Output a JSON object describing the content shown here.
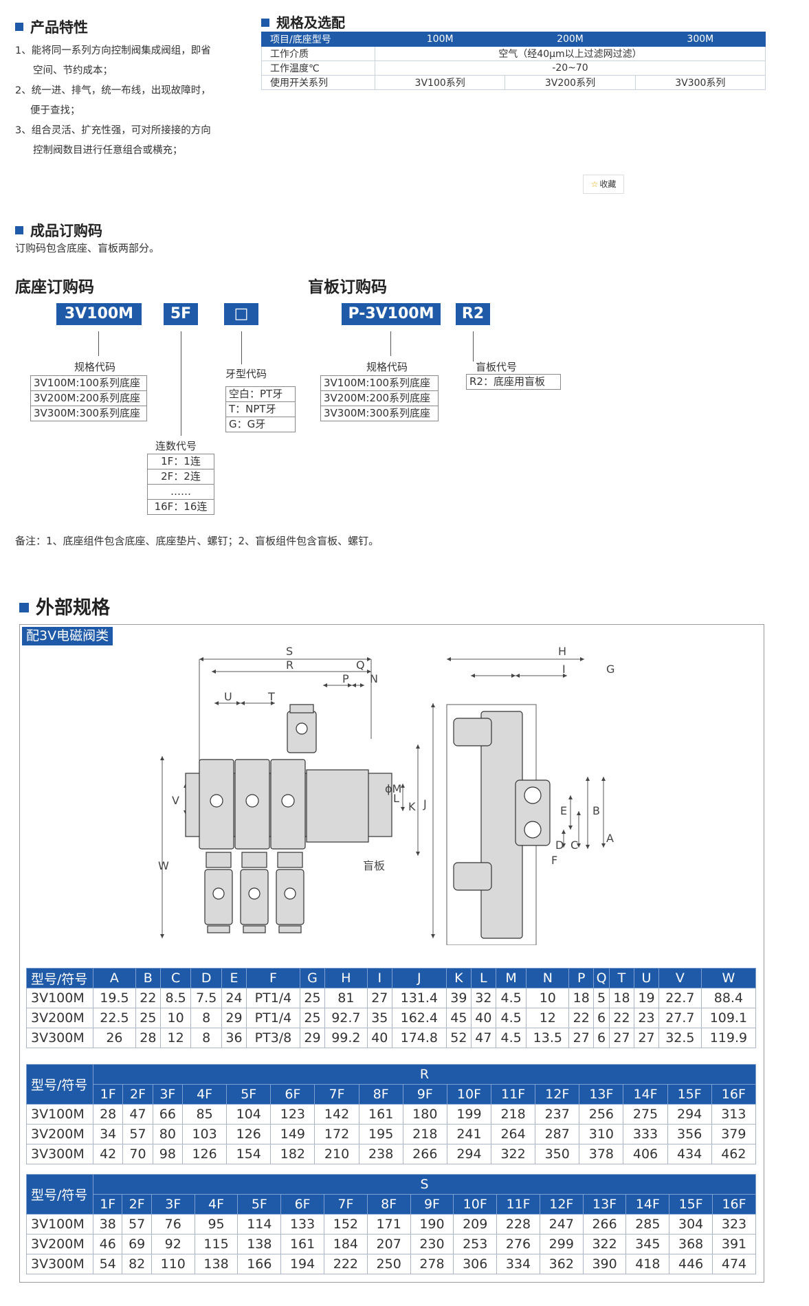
{
  "features": {
    "title": "产品特性",
    "items": [
      "1、能将同一系列方向控制阀集成阀组，即省",
      "空间、节约成本；",
      "2、统一进、排气，统一布线，出现故障时，",
      "便于查找；",
      "3、组合灵活、扩充性强，可对所接接的方向",
      "控制阀数目进行任意组合或横充；"
    ]
  },
  "spec": {
    "title": "规格及选配",
    "header": [
      "项目/底座型号",
      "100M",
      "200M",
      "300M"
    ],
    "rows": [
      {
        "label": "工作介质",
        "value": "空气（经40μm以上过滤网过滤）"
      },
      {
        "label": "工作温度℃",
        "value": "-20~70"
      }
    ],
    "switch_row": {
      "label": "使用开关系列",
      "values": [
        "3V100系列",
        "3V200系列",
        "3V300系列"
      ]
    }
  },
  "favorite": {
    "icon": "star-icon",
    "label": "收藏"
  },
  "order": {
    "title": "成品订购码",
    "desc": "订购码包含底座、盲板两部分。",
    "base_title": "底座订购码",
    "blind_title": "盲板订购码",
    "base_codes": [
      "3V100M",
      "5F",
      "□"
    ],
    "blind_codes": [
      "P-3V100M",
      "R2"
    ],
    "spec_code_label": "规格代码",
    "spec_options": [
      "3V100M:100系列底座",
      "3V200M:200系列底座",
      "3V300M:300系列底座"
    ],
    "thread_label": "牙型代码",
    "thread_options": [
      "空白：PT牙",
      "T：NPT牙",
      "G：G牙"
    ],
    "count_label": "连数代号",
    "count_options": [
      "1F：1连",
      "2F：2连",
      "……",
      "16F：16连"
    ],
    "blind_spec_label": "规格代码",
    "blind_spec_options": [
      "3V100M:100系列底座",
      "3V200M:200系列底座",
      "3V300M:300系列底座"
    ],
    "blind_code_label": "盲板代号",
    "blind_code_options": [
      "R2：底座用盲板"
    ],
    "note": "备注：1、底座组件包含底座、底座垫片、螺钉；2、盲板组件包含盲板、螺钉。"
  },
  "external": {
    "title": "外部规格",
    "tag": "配3V电磁阀类",
    "drawing_labels": {
      "S": "S",
      "R": "R",
      "P": "P",
      "Q": "Q",
      "N": "N",
      "U": "U",
      "T": "T",
      "M": "ϕM",
      "V": "V",
      "L": "L",
      "K": "K",
      "J": "J",
      "W": "W",
      "blind": "盲板",
      "H": "H",
      "I": "I",
      "G": "G",
      "E": "E",
      "B": "B",
      "D": "D",
      "C": "C",
      "A": "A",
      "F": "F"
    },
    "table1": {
      "header": [
        "型号/符号",
        "A",
        "B",
        "C",
        "D",
        "E",
        "F",
        "G",
        "H",
        "I",
        "J",
        "K",
        "L",
        "M",
        "N",
        "P",
        "Q",
        "T",
        "U",
        "V",
        "W"
      ],
      "rows": [
        [
          "3V100M",
          "19.5",
          "22",
          "8.5",
          "7.5",
          "24",
          "PT1/4",
          "25",
          "81",
          "27",
          "131.4",
          "39",
          "32",
          "4.5",
          "10",
          "18",
          "5",
          "18",
          "19",
          "22.7",
          "88.4"
        ],
        [
          "3V200M",
          "22.5",
          "25",
          "10",
          "8",
          "29",
          "PT1/4",
          "25",
          "92.7",
          "35",
          "162.4",
          "45",
          "40",
          "4.5",
          "12",
          "22",
          "6",
          "22",
          "23",
          "27.7",
          "109.1"
        ],
        [
          "3V300M",
          "26",
          "28",
          "12",
          "8",
          "36",
          "PT3/8",
          "29",
          "99.2",
          "40",
          "174.8",
          "52",
          "47",
          "4.5",
          "13.5",
          "27",
          "6",
          "27",
          "27",
          "32.5",
          "119.9"
        ]
      ]
    },
    "table2": {
      "name": "型号/符号",
      "group": "R",
      "cols": [
        "1F",
        "2F",
        "3F",
        "4F",
        "5F",
        "6F",
        "7F",
        "8F",
        "9F",
        "10F",
        "11F",
        "12F",
        "13F",
        "14F",
        "15F",
        "16F"
      ],
      "rows": [
        [
          "3V100M",
          "28",
          "47",
          "66",
          "85",
          "104",
          "123",
          "142",
          "161",
          "180",
          "199",
          "218",
          "237",
          "256",
          "275",
          "294",
          "313"
        ],
        [
          "3V200M",
          "34",
          "57",
          "80",
          "103",
          "126",
          "149",
          "172",
          "195",
          "218",
          "241",
          "264",
          "287",
          "310",
          "333",
          "356",
          "379"
        ],
        [
          "3V300M",
          "42",
          "70",
          "98",
          "126",
          "154",
          "182",
          "210",
          "238",
          "266",
          "294",
          "322",
          "350",
          "378",
          "406",
          "434",
          "462"
        ]
      ]
    },
    "table3": {
      "name": "型号/符号",
      "group": "S",
      "cols": [
        "1F",
        "2F",
        "3F",
        "4F",
        "5F",
        "6F",
        "7F",
        "8F",
        "9F",
        "10F",
        "11F",
        "12F",
        "13F",
        "14F",
        "15F",
        "16F"
      ],
      "rows": [
        [
          "3V100M",
          "38",
          "57",
          "76",
          "95",
          "114",
          "133",
          "152",
          "171",
          "190",
          "209",
          "228",
          "247",
          "266",
          "285",
          "304",
          "323"
        ],
        [
          "3V200M",
          "46",
          "69",
          "92",
          "115",
          "138",
          "161",
          "184",
          "207",
          "230",
          "253",
          "276",
          "299",
          "322",
          "345",
          "368",
          "391"
        ],
        [
          "3V300M",
          "54",
          "82",
          "110",
          "138",
          "166",
          "194",
          "222",
          "250",
          "278",
          "306",
          "334",
          "362",
          "390",
          "418",
          "446",
          "474"
        ]
      ]
    }
  }
}
